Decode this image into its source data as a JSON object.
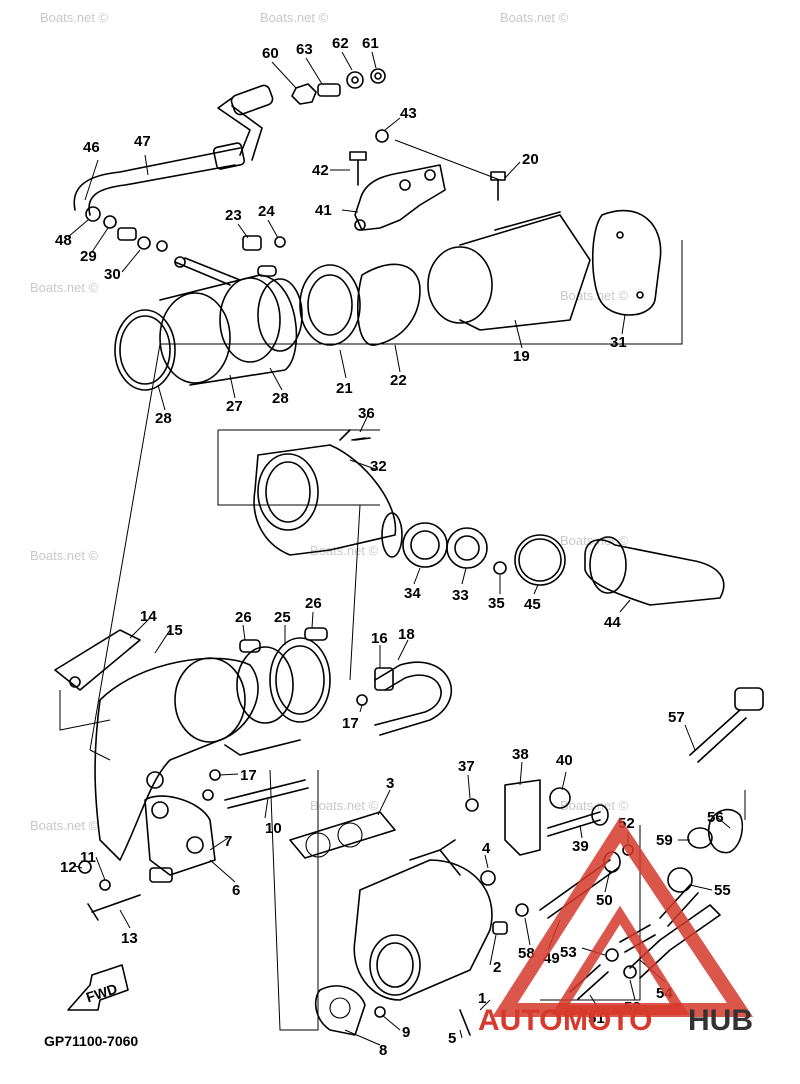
{
  "diagram": {
    "part_code": "GP71100-7060",
    "fwd_label": "FWD",
    "watermark_text": "Boats.net ©",
    "brand": {
      "part1": "AUTO",
      "part2": "MOTO",
      "part3": "HUB",
      "accent_color": "#d63a2c",
      "dark_color": "#333333"
    },
    "callouts": [
      "1",
      "2",
      "3",
      "4",
      "5",
      "6",
      "7",
      "8",
      "9",
      "10",
      "11",
      "12",
      "13",
      "14",
      "15",
      "16",
      "17",
      "17",
      "18",
      "19",
      "20",
      "21",
      "22",
      "23",
      "24",
      "25",
      "26",
      "26",
      "27",
      "28",
      "28",
      "29",
      "30",
      "31",
      "32",
      "33",
      "34",
      "35",
      "36",
      "37",
      "38",
      "39",
      "40",
      "41",
      "42",
      "43",
      "44",
      "45",
      "46",
      "47",
      "48",
      "49",
      "50",
      "51",
      "52",
      "52",
      "53",
      "54",
      "55",
      "56",
      "57",
      "58",
      "59",
      "60",
      "61",
      "62",
      "63"
    ]
  }
}
